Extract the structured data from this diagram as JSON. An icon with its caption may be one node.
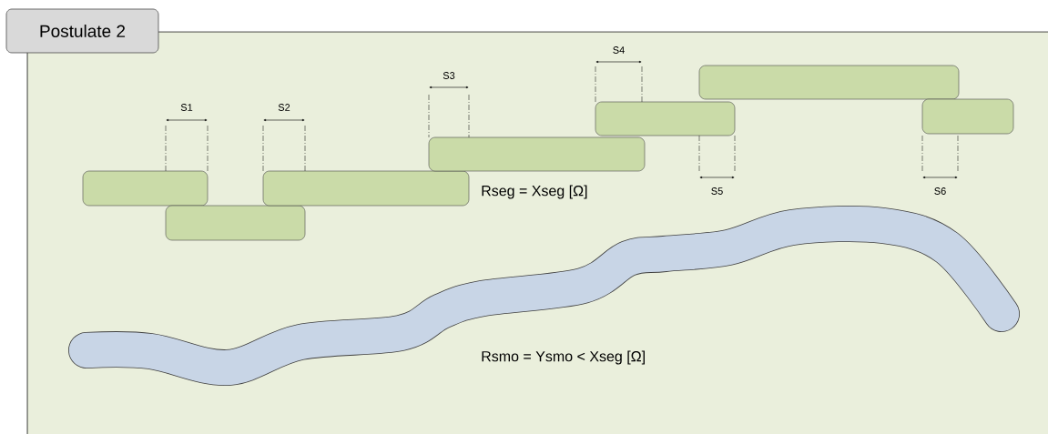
{
  "diagram": {
    "title": "Postulate 2",
    "nodes": [
      {
        "text": [],
        "shape": "bar"
      },
      {
        "text": [],
        "shape": "bar"
      },
      {
        "text": [],
        "shape": "bar"
      },
      {
        "text": [],
        "shape": "bar"
      },
      {
        "text": [],
        "shape": "bar"
      },
      {
        "text": [],
        "shape": "bar"
      },
      {
        "text": [],
        "shape": "bar"
      }
    ],
    "labels": [
      "S1",
      "S2",
      "S3",
      "S4",
      "S5",
      "S6",
      "Rseg = Xseg [Ω]",
      "Rsmo = Ysmo < Xseg [Ω]"
    ]
  }
}
